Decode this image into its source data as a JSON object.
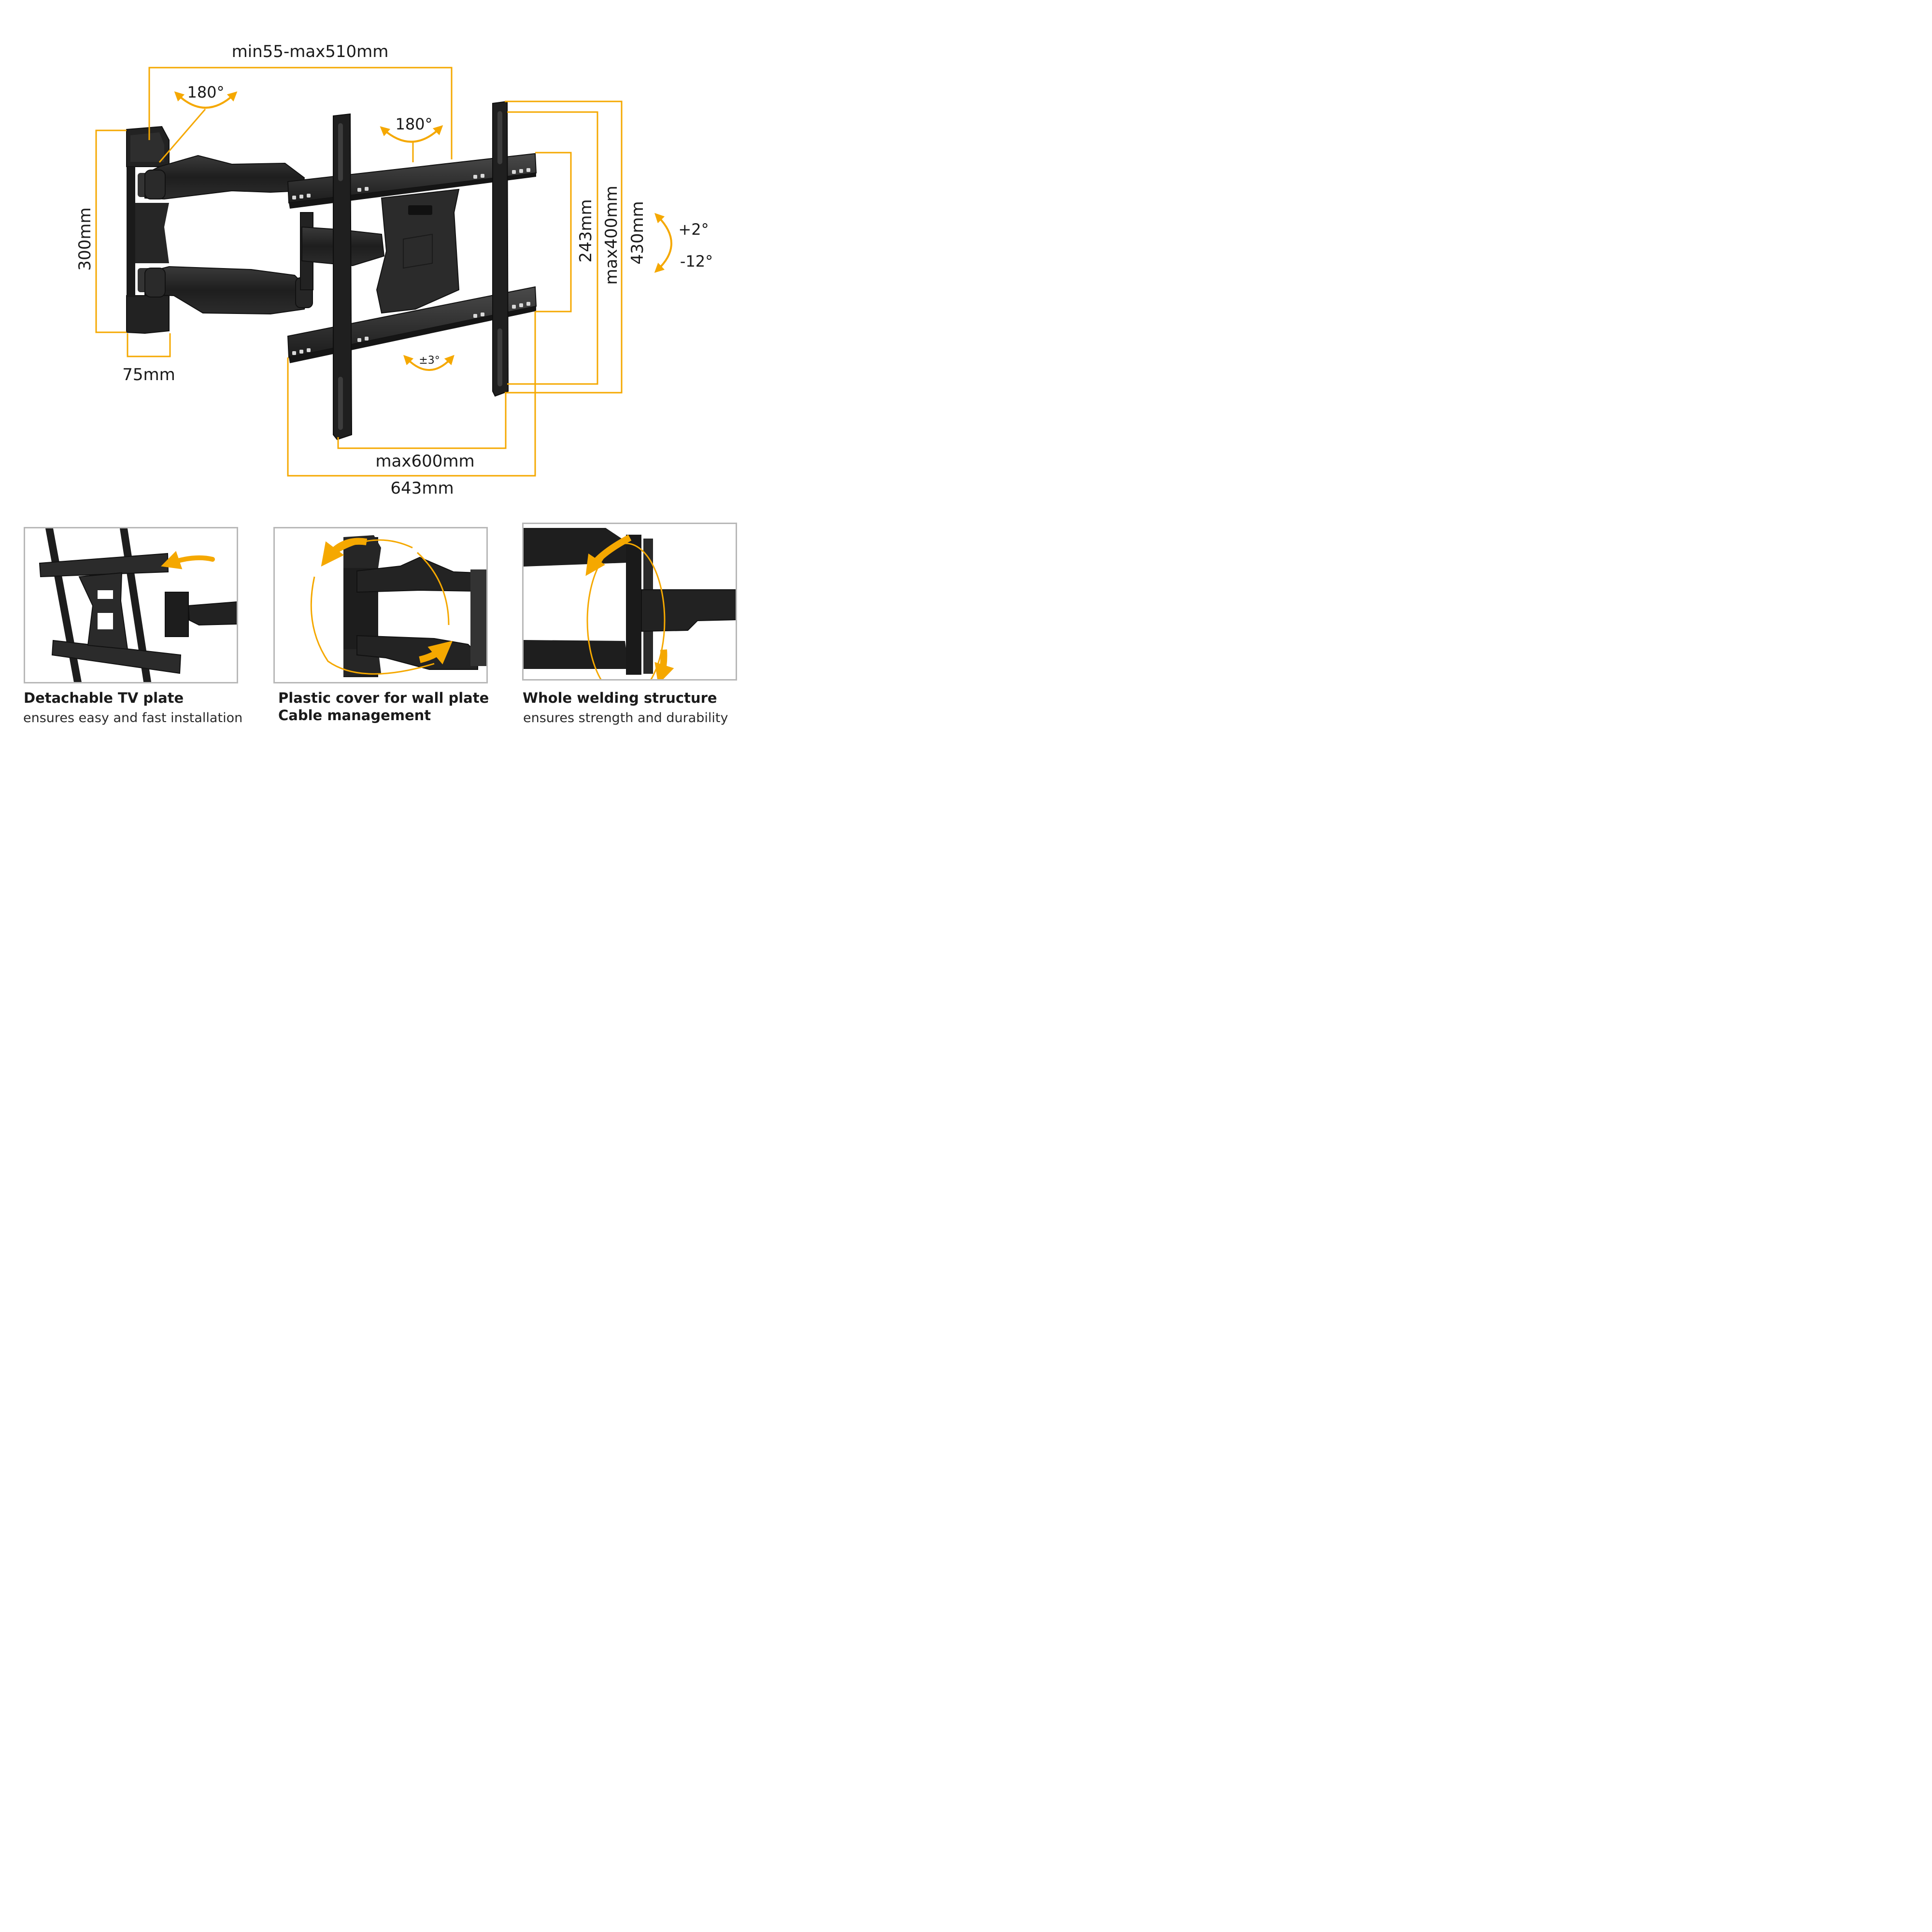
{
  "colors": {
    "accent": "#F5A800",
    "metal": "#1c1c1c",
    "metal_mid": "#2f2f2f",
    "metal_hi": "#4a4a4a",
    "panel_border": "#b8b8b8"
  },
  "dimensions": {
    "arm_extension": "min55-max510mm",
    "wall_swivel": "180°",
    "plate_swivel": "180°",
    "wall_plate_height": "300mm",
    "wall_plate_width": "75mm",
    "rotation": "±3°",
    "vesa_h": "max600mm",
    "plate_width": "643mm",
    "rail_spacing": "243mm",
    "vesa_v": "max400mm",
    "plate_height": "430mm",
    "tilt_up": "+2°",
    "tilt_down": "-12°"
  },
  "features": [
    {
      "title": "Detachable TV plate",
      "subtitle": "ensures easy and fast installation"
    },
    {
      "title": "Plastic cover for wall plate",
      "subtitle": "Cable management"
    },
    {
      "title": "Whole welding structure",
      "subtitle": "ensures strength and durability"
    }
  ]
}
